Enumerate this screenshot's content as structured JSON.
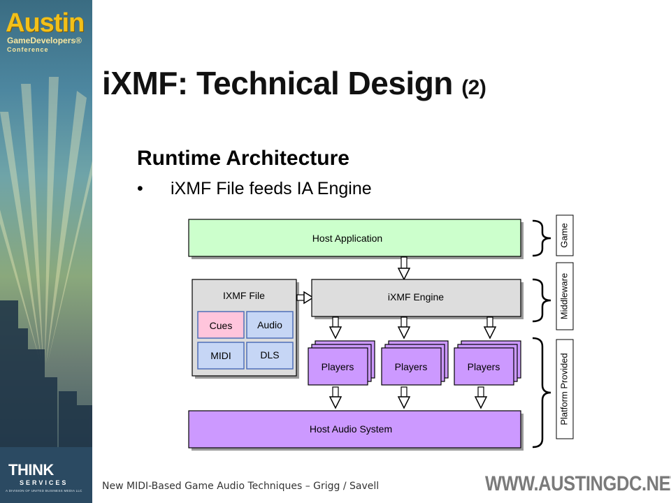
{
  "sidebar": {
    "brand_main": "Austin",
    "brand_sub": "GameDevelopers®",
    "brand_conf": "Conference",
    "sponsor_name": "THINK",
    "sponsor_sub": "SERVICES",
    "sponsor_tag": "A DIVISION OF UNITED BUSINESS MEDIA LLC"
  },
  "slide": {
    "title": "iXMF: Technical Design",
    "title_suffix": "(2)",
    "heading": "Runtime Architecture",
    "bullet_marker": "•",
    "bullet": "iXMF File feeds IA Engine",
    "footer": "New MIDI-Based Game Audio Techniques – Grigg / Savell",
    "url": "WWW.AUSTINGDC.NET"
  },
  "diagram": {
    "host_application": "Host Application",
    "ixmf_file": "IXMF File",
    "cues": "Cues",
    "audio": "Audio",
    "midi": "MIDI",
    "dls": "DLS",
    "ixmf_engine": "iXMF Engine",
    "players": [
      "Players",
      "Players",
      "Players"
    ],
    "host_audio_system": "Host Audio System",
    "layer_game": "Game",
    "layer_middleware": "Middleware",
    "layer_platform": "Platform Provided"
  },
  "colors": {
    "host_app_fill": "#ccffcc",
    "gray_fill": "#dddddd",
    "cues_fill": "#ffc5dc",
    "blue_fill": "#c6d6f5",
    "purple_fill": "#cc99ff"
  }
}
